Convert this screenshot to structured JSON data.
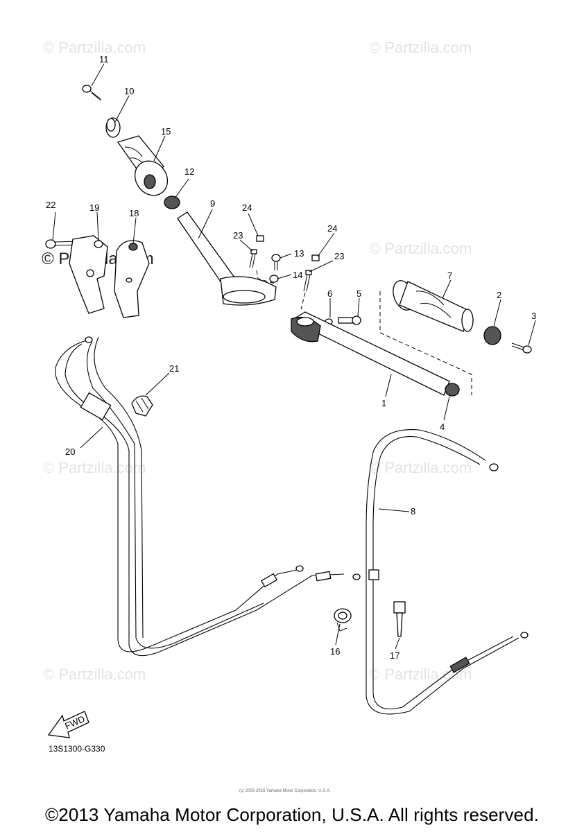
{
  "watermark_text": "© Partzilla.com",
  "diagram_code": "13S1300-G330",
  "copyright": "©2013 Yamaha Motor Corporation, U.S.A. All rights reserved.",
  "small_credit": "(c) 2005-2016 Yamaha Motor Corporation, U.S.A.",
  "fwd_label": "FWD",
  "callouts": {
    "c1": "1",
    "c2": "2",
    "c3": "3",
    "c4": "4",
    "c5": "5",
    "c6": "6",
    "c7": "7",
    "c8": "8",
    "c9": "9",
    "c10": "10",
    "c11": "11",
    "c12": "12",
    "c13": "13",
    "c14": "14",
    "c15": "15",
    "c16": "16",
    "c17": "17",
    "c18": "18",
    "c19": "19",
    "c20": "20",
    "c21": "21",
    "c22": "22",
    "c23a": "23",
    "c23b": "23",
    "c24a": "24",
    "c24b": "24"
  }
}
